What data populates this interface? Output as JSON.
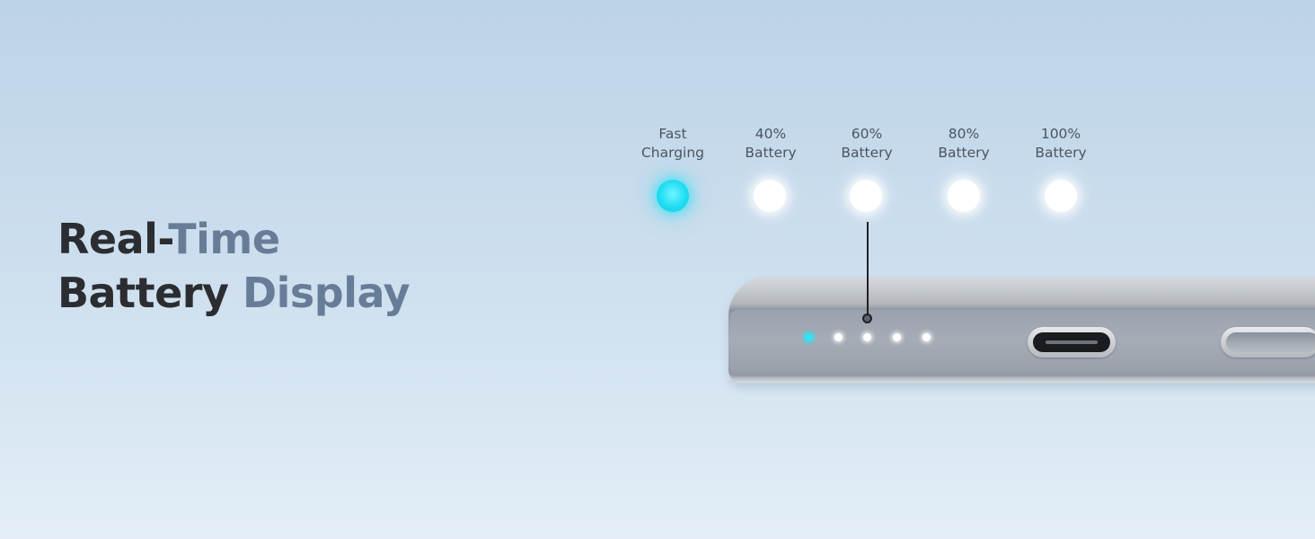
{
  "headline": {
    "line1_dark": "Real-",
    "line1_light": "Time",
    "line2_dark": "Battery",
    "line2_light": "Display"
  },
  "indicators": [
    {
      "line1": "Fast",
      "line2": "Charging",
      "color": "#1fdcf2"
    },
    {
      "line1": "40%",
      "line2": "Battery",
      "color": "#ffffff"
    },
    {
      "line1": "60%",
      "line2": "Battery",
      "color": "#ffffff"
    },
    {
      "line1": "80%",
      "line2": "Battery",
      "color": "#ffffff"
    },
    {
      "line1": "100%",
      "line2": "Battery",
      "color": "#ffffff"
    }
  ],
  "colors": {
    "headline_dark": "#2b2d31",
    "headline_light": "#677d97",
    "fast_charging_led": "#2fe6f7",
    "battery_led": "#ffffff"
  },
  "icons": [
    "usb-c-port-icon",
    "power-button-icon"
  ]
}
